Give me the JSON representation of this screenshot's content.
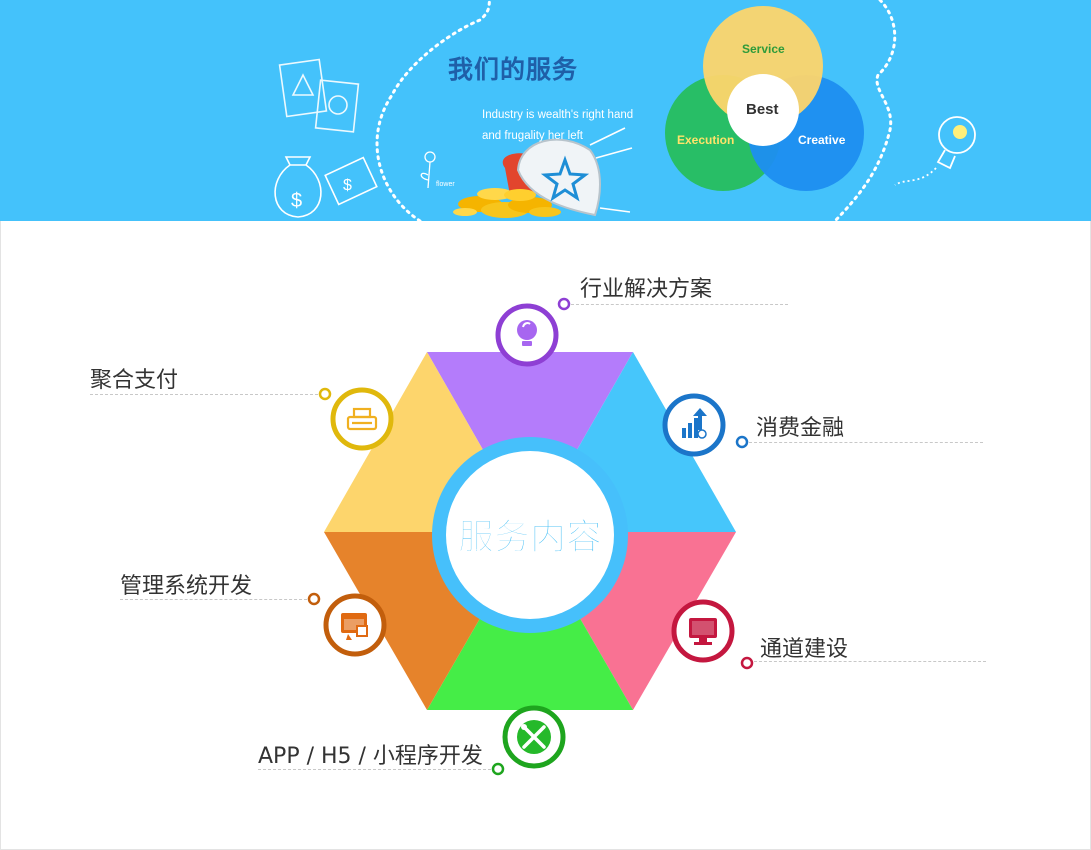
{
  "banner": {
    "title": "我们的服务",
    "slogan_line1": "Industry is wealth's right hand",
    "slogan_line2": "and frugality her left",
    "flower_label": "flower",
    "venn": {
      "top": "Service",
      "left": "Execution",
      "right": "Creative",
      "center": "Best"
    }
  },
  "diagram": {
    "center_title": "服务内容",
    "items": [
      {
        "label": "行业解决方案",
        "icon": "lightbulb-icon",
        "color": "#8e3fd4"
      },
      {
        "label": "消费金融",
        "icon": "finance-chart-icon",
        "color": "#1b75c9"
      },
      {
        "label": "通道建设",
        "icon": "monitor-icon",
        "color": "#c4173f"
      },
      {
        "label": "APP / H5 / 小程序开发",
        "icon": "tools-icon",
        "color": "#1ea51e"
      },
      {
        "label": "管理系统开发",
        "icon": "browser-window-icon",
        "color": "#c25e0c"
      },
      {
        "label": "聚合支付",
        "icon": "stack-icon",
        "color": "#e0b80c"
      }
    ],
    "segment_colors": [
      "#b47cfb",
      "#46c6fb",
      "#f97293",
      "#45ed47",
      "#e6832b",
      "#fdd56c"
    ]
  }
}
